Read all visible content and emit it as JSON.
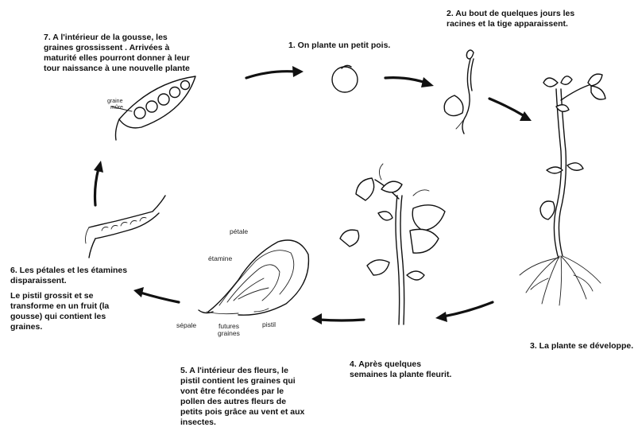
{
  "steps": {
    "s1": {
      "lines": [
        "1. On plante un petit pois."
      ]
    },
    "s2": {
      "lines": [
        "2. Au bout de quelques jours les",
        "racines et la tige apparaissent."
      ]
    },
    "s3": {
      "lines": [
        "3. La plante se développe."
      ]
    },
    "s4": {
      "lines": [
        "4. Après quelques",
        "semaines la plante fleurit."
      ]
    },
    "s5": {
      "lines": [
        "5. A l'intérieur des fleurs, le",
        "pistil contient les graines qui",
        "vont être fécondées par le",
        "pollen des autres fleurs de",
        "petits pois grâce au vent et aux",
        "insectes."
      ]
    },
    "s6": {
      "lines": [
        "6. Les pétales et les étamines",
        "disparaissent."
      ],
      "extra": [
        "Le pistil grossit et se",
        "transforme en un fruit (la",
        "gousse) qui contient les",
        "graines."
      ]
    },
    "s7": {
      "lines": [
        "7. A l'intérieur de la gousse, les",
        "graines grossissent . Arrivées à",
        "maturité elles pourront donner à leur",
        "tour naissance à une nouvelle plante"
      ]
    }
  },
  "labels": {
    "graine_a": "graine",
    "graine_b": "mûre",
    "petale": "pétale",
    "etamine": "étamine",
    "sepale": "sépale",
    "futures_a": "futures",
    "futures_b": "graines",
    "pistil": "pistil"
  }
}
